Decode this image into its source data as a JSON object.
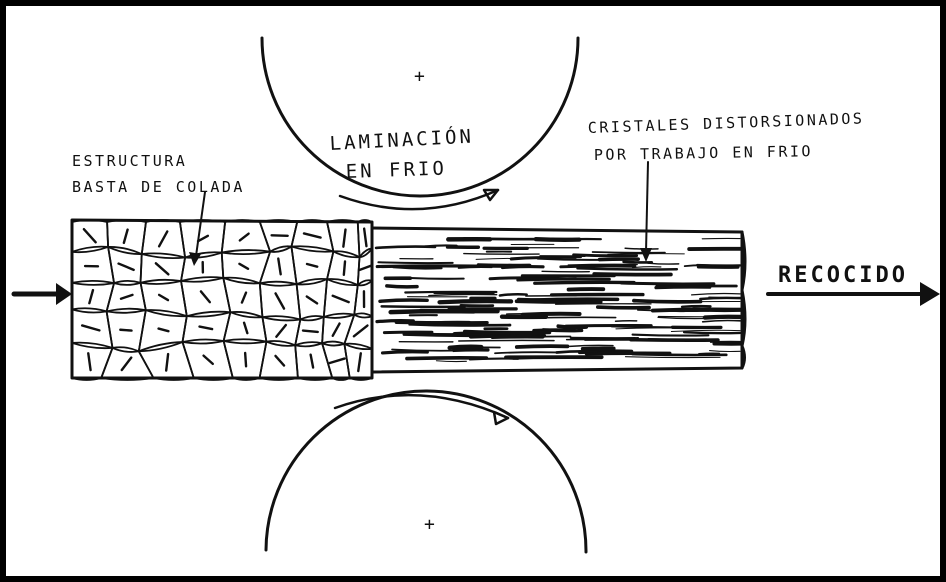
{
  "labels": {
    "process": [
      "LAMINACIÓN",
      "EN FRIO"
    ],
    "cast_structure": [
      "ESTRUCTURA",
      "BASTA DE COLADA"
    ],
    "distorted_crystals": [
      "CRISTALES DISTORSIONADOS",
      "POR TRABAJO EN FRIO"
    ],
    "annealing": "RECOCIDO"
  },
  "symbols": {
    "roll_center_mark": "+"
  },
  "colors": {
    "ink": "#111111",
    "paper": "#ffffff",
    "frame": "#000000"
  }
}
